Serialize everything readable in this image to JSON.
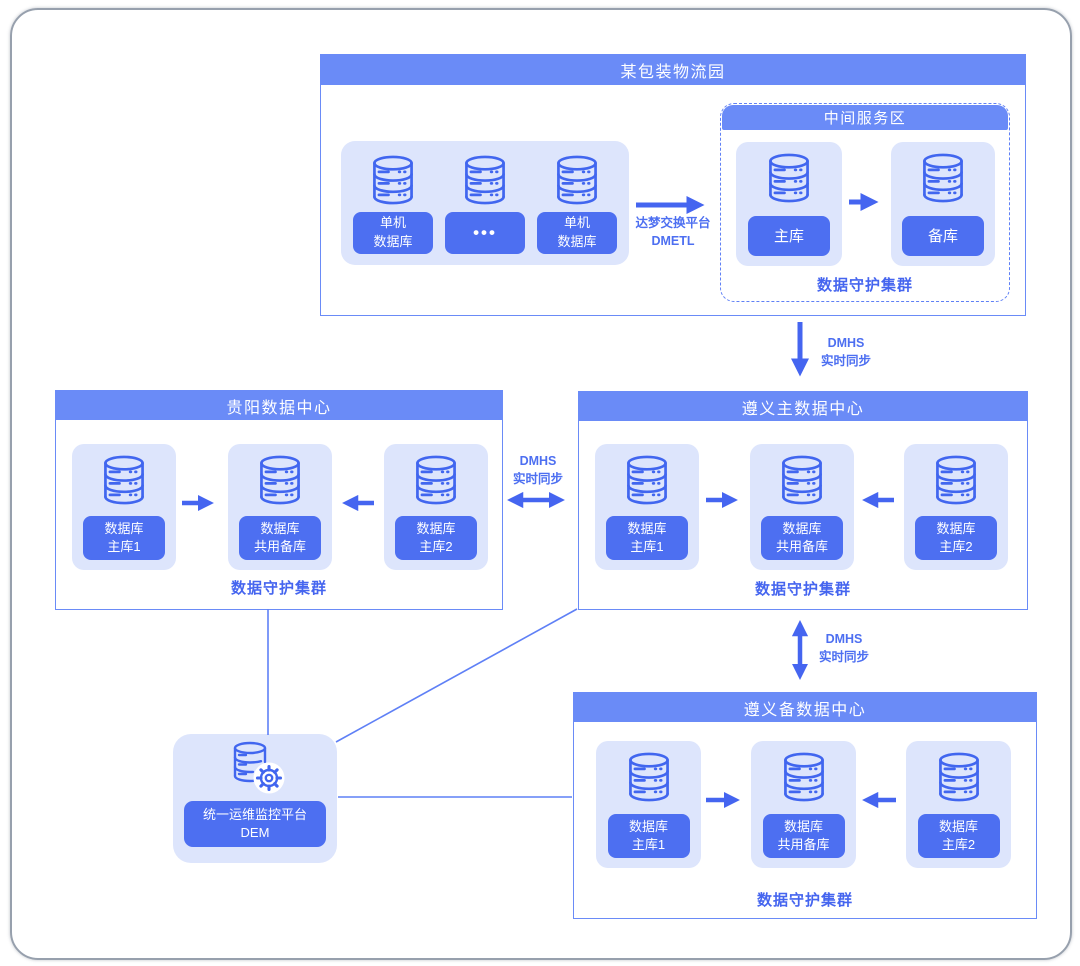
{
  "colors": {
    "header_blue": "#6A8BF7",
    "chip_blue": "#4D6FF1",
    "light_panel_blue": "#DDE5FC",
    "icon_stroke_blue": "#4166EF",
    "arrow_blue": "#4565F0",
    "dashed_border_blue": "#5F80F6",
    "frame_gray": "#97a0ad"
  },
  "park": {
    "title": "某包装物流园",
    "standalone": {
      "items": [
        {
          "line1": "单机",
          "line2": "数据库"
        },
        {
          "line1": "•••",
          "line2": ""
        },
        {
          "line1": "单机",
          "line2": "数据库"
        }
      ]
    },
    "etl_label": {
      "line1": "达梦交换平台",
      "line2": "DMETL"
    },
    "zone": {
      "title": "中间服务区",
      "primary": "主库",
      "standby": "备库",
      "cluster": "数据守护集群"
    }
  },
  "sync_top": {
    "line1": "DMHS",
    "line2": "实时同步"
  },
  "sync_mid": {
    "line1": "DMHS",
    "line2": "实时同步"
  },
  "sync_bottom": {
    "line1": "DMHS",
    "line2": "实时同步"
  },
  "guiyang": {
    "title": "贵阳数据中心",
    "nodes": [
      {
        "line1": "数据库",
        "line2": "主库1"
      },
      {
        "line1": "数据库",
        "line2": "共用备库"
      },
      {
        "line1": "数据库",
        "line2": "主库2"
      }
    ],
    "cluster": "数据守护集群"
  },
  "zunyi_main": {
    "title": "遵义主数据中心",
    "nodes": [
      {
        "line1": "数据库",
        "line2": "主库1"
      },
      {
        "line1": "数据库",
        "line2": "共用备库"
      },
      {
        "line1": "数据库",
        "line2": "主库2"
      }
    ],
    "cluster": "数据守护集群"
  },
  "zunyi_backup": {
    "title": "遵义备数据中心",
    "nodes": [
      {
        "line1": "数据库",
        "line2": "主库1"
      },
      {
        "line1": "数据库",
        "line2": "共用备库"
      },
      {
        "line1": "数据库",
        "line2": "主库2"
      }
    ],
    "cluster": "数据守护集群"
  },
  "dem": {
    "line1": "统一运维监控平台",
    "line2": "DEM"
  }
}
